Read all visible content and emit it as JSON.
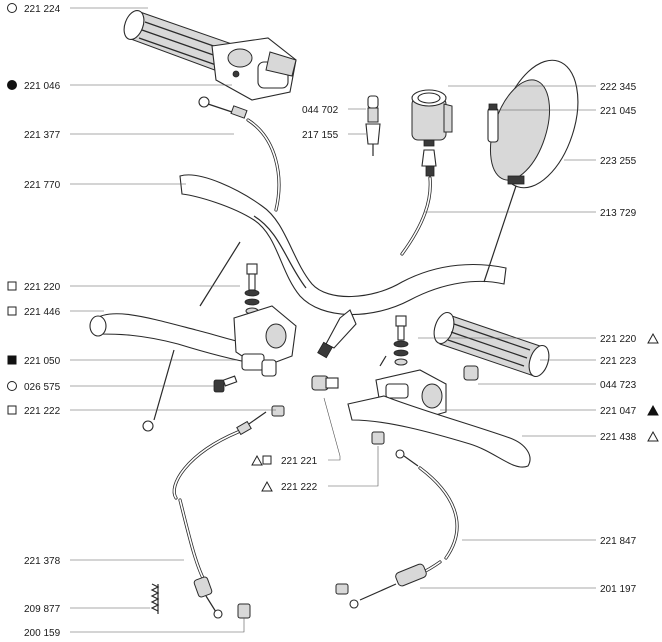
{
  "callouts": [
    {
      "id": "c1",
      "number": "221 224",
      "marker": "circle-open",
      "marker_side": "left"
    },
    {
      "id": "c2",
      "number": "221 046",
      "marker": "circle-filled",
      "marker_side": "left"
    },
    {
      "id": "c3",
      "number": "221 377",
      "marker": "",
      "marker_side": ""
    },
    {
      "id": "c4",
      "number": "221 770",
      "marker": "",
      "marker_side": ""
    },
    {
      "id": "c5",
      "number": "221 220",
      "marker": "square-open",
      "marker_side": "left"
    },
    {
      "id": "c6",
      "number": "221 446",
      "marker": "square-open",
      "marker_side": "left"
    },
    {
      "id": "c7",
      "number": "221 050",
      "marker": "square-filled",
      "marker_side": "left"
    },
    {
      "id": "c8",
      "number": "026 575",
      "marker": "circle-open",
      "marker_side": "left"
    },
    {
      "id": "c9",
      "number": "221 222",
      "marker": "square-open",
      "marker_side": "left"
    },
    {
      "id": "c10",
      "number": "221 378",
      "marker": "",
      "marker_side": ""
    },
    {
      "id": "c11",
      "number": "209 877",
      "marker": "",
      "marker_side": ""
    },
    {
      "id": "c12",
      "number": "200 159",
      "marker": "",
      "marker_side": ""
    },
    {
      "id": "c13",
      "number": "044 702",
      "marker": "",
      "marker_side": ""
    },
    {
      "id": "c14",
      "number": "217 155",
      "marker": "",
      "marker_side": ""
    },
    {
      "id": "c15",
      "number": "221 221",
      "marker": "triangle-square",
      "marker_side": "left"
    },
    {
      "id": "c16",
      "number": "221 222",
      "marker": "triangle-open",
      "marker_side": "left"
    },
    {
      "id": "c17",
      "number": "222 345",
      "marker": "",
      "marker_side": ""
    },
    {
      "id": "c18",
      "number": "221 045",
      "marker": "",
      "marker_side": ""
    },
    {
      "id": "c19",
      "number": "223 255",
      "marker": "",
      "marker_side": ""
    },
    {
      "id": "c20",
      "number": "213 729",
      "marker": "",
      "marker_side": ""
    },
    {
      "id": "c21",
      "number": "221 220",
      "marker": "triangle-open",
      "marker_side": "right"
    },
    {
      "id": "c22",
      "number": "221 223",
      "marker": "",
      "marker_side": ""
    },
    {
      "id": "c23",
      "number": "044 723",
      "marker": "",
      "marker_side": ""
    },
    {
      "id": "c24",
      "number": "221 047",
      "marker": "triangle-filled",
      "marker_side": "right"
    },
    {
      "id": "c25",
      "number": "221 438",
      "marker": "triangle-open",
      "marker_side": "right"
    },
    {
      "id": "c26",
      "number": "221 847",
      "marker": "",
      "marker_side": ""
    },
    {
      "id": "c27",
      "number": "201 197",
      "marker": "",
      "marker_side": ""
    }
  ]
}
